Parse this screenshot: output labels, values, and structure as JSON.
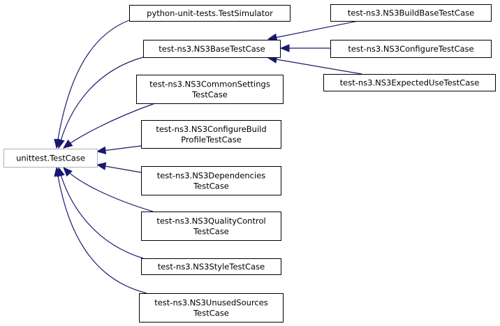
{
  "colors": {
    "edge": "#191970",
    "box_border": "#000000",
    "root_border": "#b0b0b0",
    "background": "#ffffff"
  },
  "nodes": {
    "root": {
      "lines": [
        "unittest.TestCase"
      ]
    },
    "test_simulator": {
      "lines": [
        "python-unit-tests.TestSimulator"
      ]
    },
    "base_test_case": {
      "lines": [
        "test-ns3.NS3BaseTestCase"
      ]
    },
    "build_base": {
      "lines": [
        "test-ns3.NS3BuildBaseTestCase"
      ]
    },
    "configure": {
      "lines": [
        "test-ns3.NS3ConfigureTestCase"
      ]
    },
    "expected_use": {
      "lines": [
        "test-ns3.NS3ExpectedUseTestCase"
      ]
    },
    "common_settings": {
      "lines": [
        "test-ns3.NS3CommonSettings",
        "TestCase"
      ]
    },
    "configure_build_profile": {
      "lines": [
        "test-ns3.NS3ConfigureBuild",
        "ProfileTestCase"
      ]
    },
    "dependencies": {
      "lines": [
        "test-ns3.NS3Dependencies",
        "TestCase"
      ]
    },
    "quality_control": {
      "lines": [
        "test-ns3.NS3QualityControl",
        "TestCase"
      ]
    },
    "style": {
      "lines": [
        "test-ns3.NS3StyleTestCase"
      ]
    },
    "unused_sources": {
      "lines": [
        "test-ns3.NS3UnusedSources",
        "TestCase"
      ]
    }
  }
}
